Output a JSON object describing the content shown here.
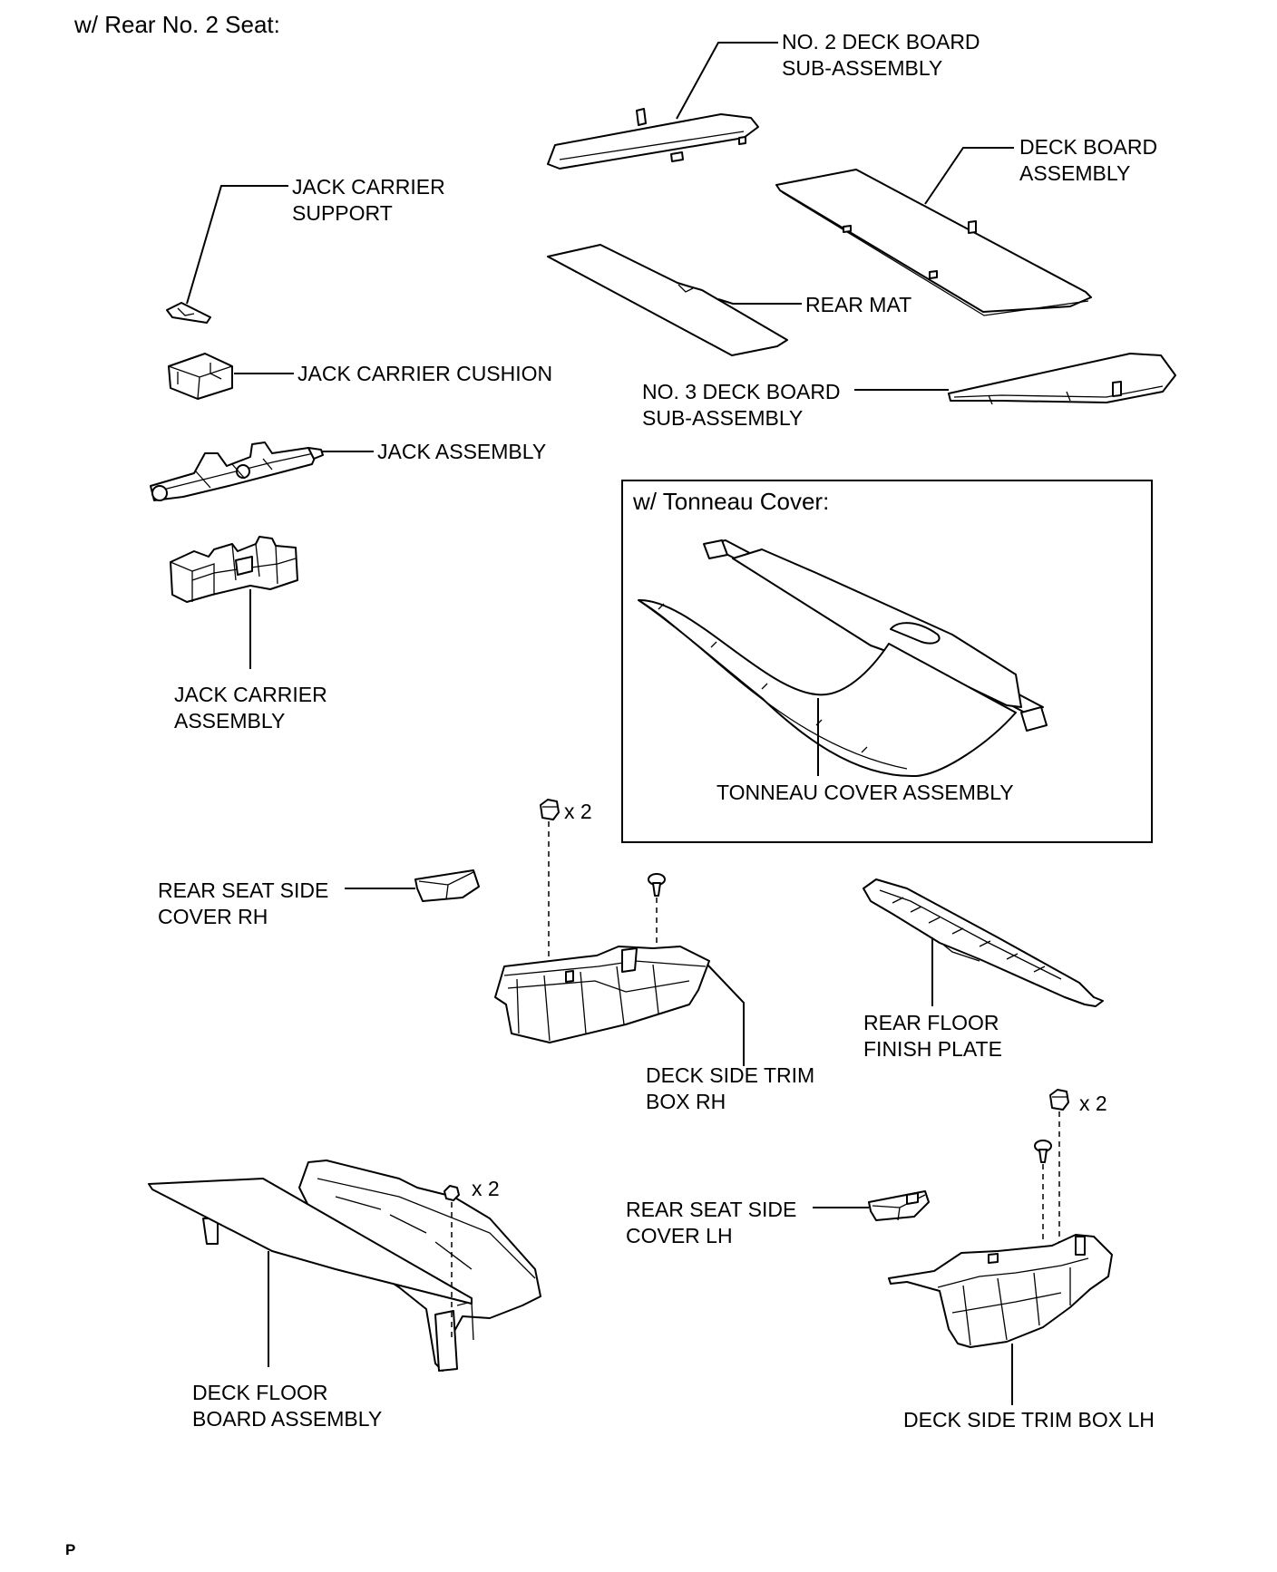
{
  "headings": {
    "main": "w/ Rear No. 2 Seat:",
    "tonneau_box": "w/ Tonneau Cover:"
  },
  "labels": {
    "no2_deck_board": [
      "NO. 2 DECK BOARD",
      "SUB-ASSEMBLY"
    ],
    "deck_board": [
      "DECK BOARD",
      "ASSEMBLY"
    ],
    "jack_carrier_support": [
      "JACK CARRIER",
      "SUPPORT"
    ],
    "rear_mat": "REAR MAT",
    "jack_carrier_cushion": "JACK CARRIER CUSHION",
    "no3_deck_board": [
      "NO. 3 DECK BOARD",
      "SUB-ASSEMBLY"
    ],
    "jack_assembly": "JACK ASSEMBLY",
    "jack_carrier_assembly": [
      "JACK CARRIER",
      "ASSEMBLY"
    ],
    "tonneau_cover": "TONNEAU COVER ASSEMBLY",
    "rear_seat_side_cover_rh": [
      "REAR SEAT SIDE",
      "COVER RH"
    ],
    "rear_floor_finish_plate": [
      "REAR FLOOR",
      "FINISH PLATE"
    ],
    "deck_side_trim_box_rh": [
      "DECK SIDE TRIM",
      "BOX RH"
    ],
    "rear_seat_side_cover_lh": [
      "REAR SEAT SIDE",
      "COVER LH"
    ],
    "deck_floor_board": [
      "DECK FLOOR",
      "BOARD ASSEMBLY"
    ],
    "deck_side_trim_box_lh": "DECK SIDE TRIM BOX LH"
  },
  "quantities": {
    "nut_rh": "x 2",
    "nut_floor": "x 2",
    "nut_lh": "x 2"
  },
  "page_code": "P",
  "icons": {
    "nut": "hex-nut-icon",
    "clip": "push-clip-icon"
  }
}
